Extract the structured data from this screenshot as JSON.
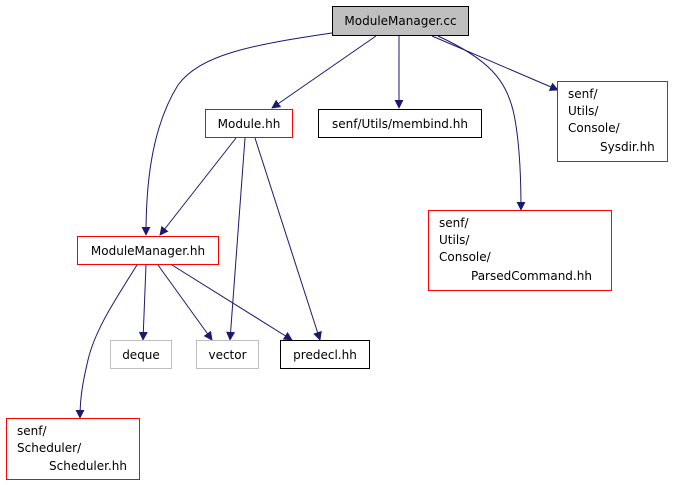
{
  "nodes": {
    "module_manager_cc": "ModuleManager.cc",
    "module_hh": "Module.hh",
    "membind_hh": "senf/Utils/membind.hh",
    "sysdir_hh": [
      "senf/",
      "Utils/",
      "Console/",
      "Sysdir.hh"
    ],
    "parsed_command_hh": [
      "senf/",
      "Utils/",
      "Console/",
      "ParsedCommand.hh"
    ],
    "module_manager_hh": "ModuleManager.hh",
    "deque": "deque",
    "vector": "vector",
    "predecl_hh": "predecl.hh",
    "scheduler_hh": [
      "senf/",
      "Scheduler/",
      "Scheduler.hh"
    ]
  },
  "colors": {
    "edge": "#191970",
    "root_fill": "#bfbfbf",
    "linked_border": "#ff0000",
    "external_border": "#bfbfbf",
    "plain_border": "#000000"
  }
}
